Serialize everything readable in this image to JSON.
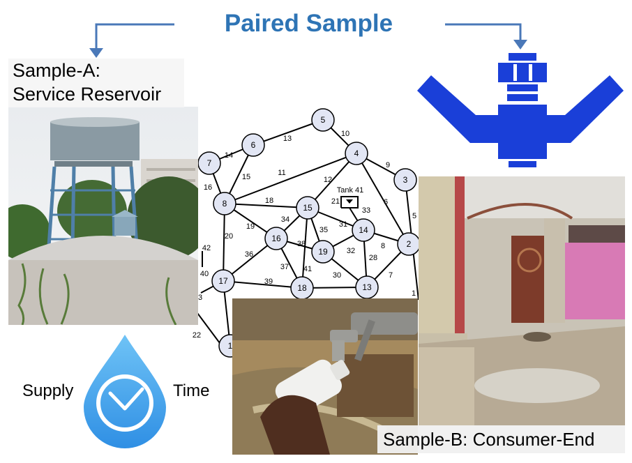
{
  "title": "Paired Sample",
  "sample_a": {
    "line1": "Sample-A:",
    "line2": "Service Reservoir"
  },
  "sample_b": {
    "label": "Sample-B: Consumer-End"
  },
  "supply_label": "Supply",
  "time_label": "Time",
  "network": {
    "tank_label": "Tank 41",
    "nodes": [
      "5",
      "6",
      "7",
      "4",
      "3",
      "8",
      "15",
      "14",
      "2",
      "16",
      "19",
      "17",
      "18",
      "13",
      "1"
    ],
    "edge_labels": [
      "13",
      "10",
      "14",
      "11",
      "9",
      "16",
      "15",
      "12",
      "6",
      "21",
      "5",
      "18",
      "33",
      "34",
      "31",
      "8",
      "19",
      "35",
      "20",
      "38",
      "32",
      "36",
      "28",
      "37",
      "7",
      "39",
      "40",
      "41",
      "30",
      "42",
      "22",
      "23",
      "1"
    ]
  },
  "colors": {
    "accent": "#2e74b5",
    "arrow": "#4a78b8",
    "tap_icon": "#1a3fd8",
    "drop": "#3ea0ea",
    "node_fill": "#e2e6f4"
  },
  "icons": [
    "tap-icon",
    "water-drop-clock-icon",
    "arrow-icon"
  ]
}
